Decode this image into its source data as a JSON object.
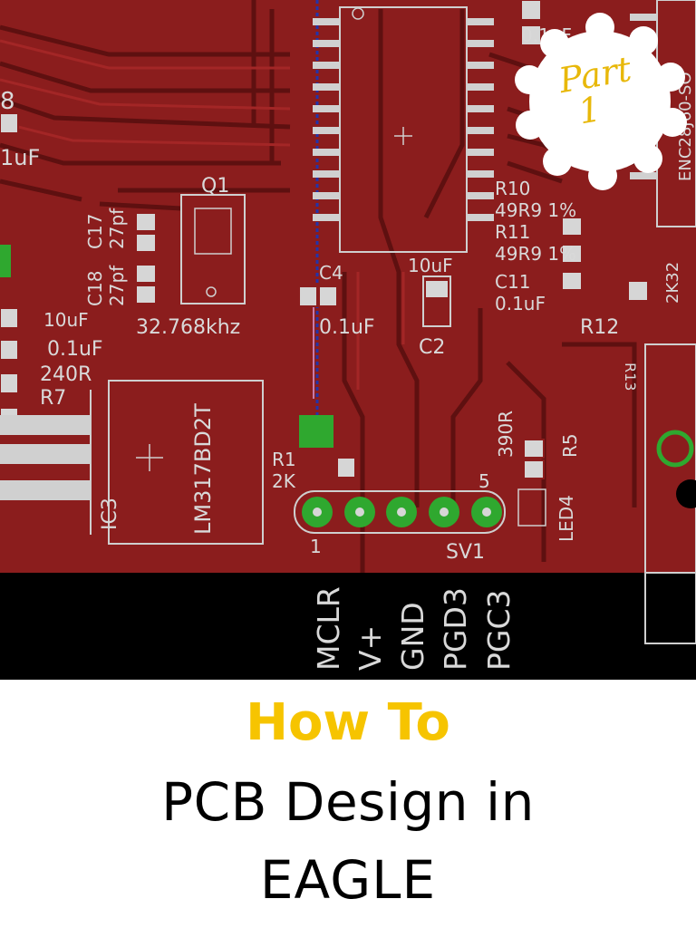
{
  "pcb": {
    "colors": {
      "board": "#8b1d1d",
      "trace": "#7a1818",
      "silkscreen": "#d9d9d9",
      "pad": "#2fa82f",
      "dark": "#000000"
    },
    "labels": {
      "r8": "8",
      "c_1uf": "1uF",
      "q1": "Q1",
      "c17": "C17",
      "c17_val": "27pf",
      "c18": "C18",
      "c18_val": "27pf",
      "crystal": "32.768khz",
      "c4": "C4",
      "c4_val": "0.1uF",
      "c_10uf_left": "10uF",
      "c_01uf_left": "0.1uF",
      "r_240": "240R",
      "r7": "R7",
      "reg": "LM317BD2T",
      "ic3": "IC3",
      "r1": "R1",
      "r1_val": "2K",
      "c2": "C2",
      "c2_val": "10uF",
      "r10": "R10",
      "r10_val": "49R9 1%",
      "r11": "R11",
      "r11_val": "49R9 1%",
      "c11": "C11",
      "c11_val": "0.1uF",
      "r12": "R12",
      "r_2k32": "2K32",
      "top_val": "0.1uF",
      "enc": "ENC28J60-SO",
      "r_390": "390R",
      "r5": "R5",
      "led4": "LED4",
      "pin1": "1",
      "pin5": "5",
      "sv1": "SV1",
      "r13": "R13"
    },
    "pins": [
      "MCLR",
      "V+",
      "GND",
      "PGD3",
      "PGC3"
    ]
  },
  "badge": {
    "line1": "Part",
    "line2": "1"
  },
  "title": {
    "line1": "How To",
    "line2": "PCB Design in",
    "line3": "EAGLE"
  }
}
